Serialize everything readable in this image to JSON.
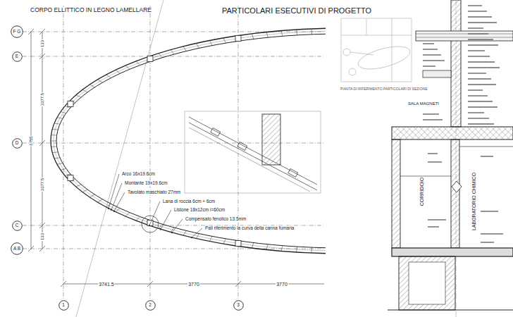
{
  "diagram": {
    "title": "PARTICOLARI ESECUTIVI DI PROGETTO",
    "nodes": [
      {
        "text": [
          "F G"
        ]
      },
      {
        "text": [
          "E"
        ]
      },
      {
        "text": [
          "D"
        ]
      },
      {
        "text": [
          "C"
        ]
      },
      {
        "text": [
          "A B"
        ]
      },
      {
        "text": [
          "1"
        ]
      },
      {
        "text": [
          "2"
        ]
      },
      {
        "text": [
          "3"
        ]
      }
    ],
    "labels": [
      "CORPO ELLITTICO IN LEGNO LAMELLARE",
      "133",
      "3377.5",
      "6755",
      "3377.5",
      "133",
      "Arco 16x19.6cm",
      "Montante 19x19.6cm",
      "Tavolato maschiato 27mm",
      "Lana di roccia 6cm + 6cm",
      "Listone 18x12cm i=60cm",
      "Compensato fenolico 13.5mm",
      "Pali riferimento la curva della canna fumaria",
      "3741.5",
      "3770",
      "3770",
      "PIANTA DI RIFERIMENTO PARTICOLARI DI SEZIONE",
      "SALA MAGNETI",
      "CORRIDOIO",
      "LABORATORIO CHIMICO"
    ]
  }
}
